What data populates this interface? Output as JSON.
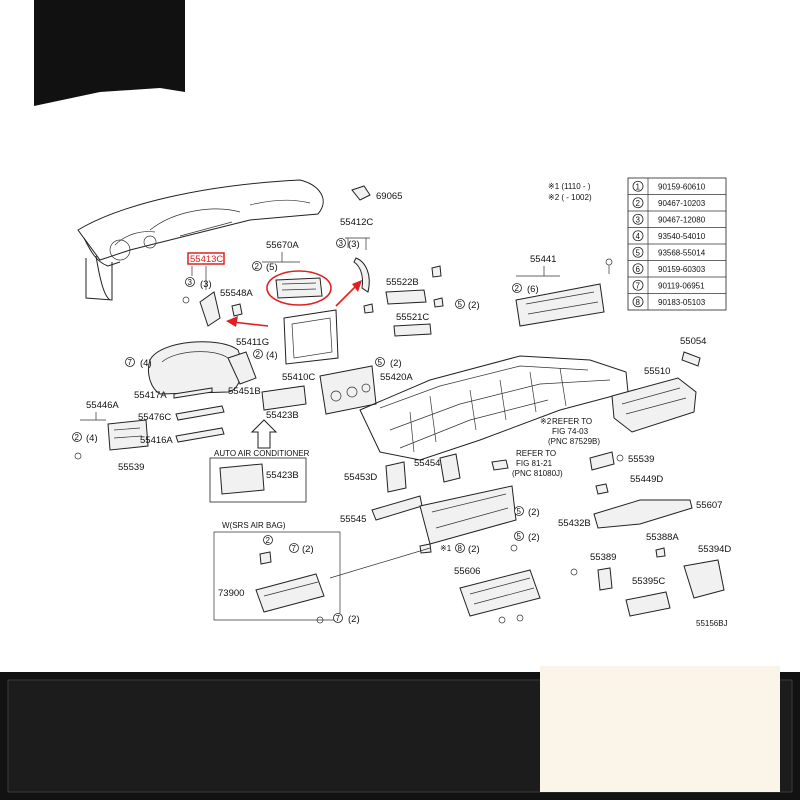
{
  "labels": {
    "p69065": "69065",
    "p55412C": "55412C",
    "p55670A": "55670A",
    "p55413C": "55413C",
    "p55548A": "55548A",
    "p55522B": "55522B",
    "p55441": "55441",
    "p55521C": "55521C",
    "p55411G": "55411G",
    "p55410C": "55410C",
    "p55420A": "55420A",
    "p55054": "55054",
    "p55510": "55510",
    "p55417A": "55417A",
    "p55451B": "55451B",
    "p55446A": "55446A",
    "p55476C": "55476C",
    "p55423B": "55423B",
    "p55416A": "55416A",
    "p55539a": "55539",
    "p55539b": "55539",
    "p55453D": "55453D",
    "p55454B": "55454B",
    "p55449D": "55449D",
    "p55545": "55545",
    "p55432B": "55432B",
    "p55607": "55607",
    "p55388A": "55388A",
    "p55394D": "55394D",
    "p55389": "55389",
    "p55606": "55606",
    "p55395C": "55395C",
    "p73900": "73900",
    "p55423B2": "55423B",
    "code": "55156BJ"
  },
  "qty": {
    "q3a": "(3)",
    "q5": "(5)",
    "q3b": "(3)",
    "q4a": "(4)",
    "q4b": "(4)",
    "q6": "(6)",
    "q2a": "(2)",
    "q2b": "(2)",
    "q4c": "(4)",
    "q2c": "(2)",
    "q2d": "(2)",
    "q2e": "(2)",
    "q2f": "(2)",
    "q2g": "(2)"
  },
  "notes": {
    "auto_ac": "AUTO AIR CONDITIONER",
    "srs": "W(SRS AIR BAG)",
    "ref1_line1": "REFER TO",
    "ref1_line2": "FIG 74-03",
    "ref1_line3": "(PNC 87529B)",
    "ref2_line1": "REFER TO",
    "ref2_line2": "FIG 81-21",
    "ref2_line3": "(PNC 81080J)",
    "note1": "※1 (1110 -     )",
    "note2": "※2 (     - 1002)",
    "mark1": "※1",
    "mark2": "※2"
  },
  "fastener_table": [
    {
      "num": "1",
      "part": "90159-60610"
    },
    {
      "num": "2",
      "part": "90467-10203"
    },
    {
      "num": "3",
      "part": "90467-12080"
    },
    {
      "num": "4",
      "part": "93540-54010"
    },
    {
      "num": "5",
      "part": "93568-55014"
    },
    {
      "num": "6",
      "part": "90159-60303"
    },
    {
      "num": "7",
      "part": "90119-06951"
    },
    {
      "num": "8",
      "part": "90183-05103"
    }
  ],
  "colors": {
    "highlight": "#e02020",
    "banner_dark": "#121212",
    "banner_cream": "#fbf4e8"
  }
}
